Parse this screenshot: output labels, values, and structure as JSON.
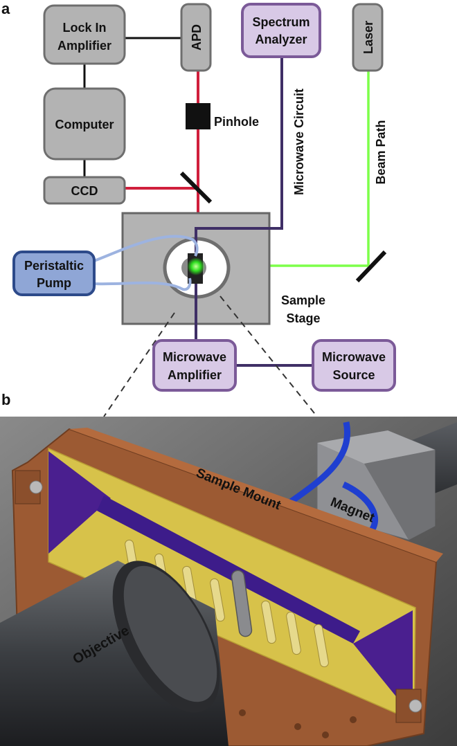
{
  "panel_a": {
    "letter": "a",
    "blocks": {
      "lock_in_line1": "Lock In",
      "lock_in_line2": "Amplifier",
      "apd": "APD",
      "computer": "Computer",
      "ccd": "CCD",
      "spectrum_line1": "Spectrum",
      "spectrum_line2": "Analyzer",
      "laser": "Laser",
      "pump_line1": "Peristaltic",
      "pump_line2": "Pump",
      "mw_amp_line1": "Microwave",
      "mw_amp_line2": "Amplifier",
      "mw_src_line1": "Microwave",
      "mw_src_line2": "Source"
    },
    "labels": {
      "pinhole": "Pinhole",
      "microwave_circuit": "Microwave Circuit",
      "beam_path": "Beam Path",
      "sample_line1": "Sample",
      "sample_line2": "Stage"
    },
    "colors": {
      "gray_box": "#b3b3b3",
      "purple_box": "#d8c9e6",
      "purple_border": "#7b5a98",
      "blue_box": "#8fa6d6",
      "blue_border": "#2d4a8a",
      "red_path": "#d01f3c",
      "green_path": "#7dff4a",
      "microwave_line": "#3f2f66",
      "tube": "#9db3e0"
    }
  },
  "panel_b": {
    "letter": "b",
    "labels": {
      "sample_mount": "Sample Mount",
      "magnet": "Magnet",
      "objective": "Objective"
    },
    "colors": {
      "mount_brown": "#9c5a33",
      "board_yellow": "#d7c24a",
      "strip_purple": "#4a1f8f",
      "background": "#5e5e5e"
    }
  }
}
